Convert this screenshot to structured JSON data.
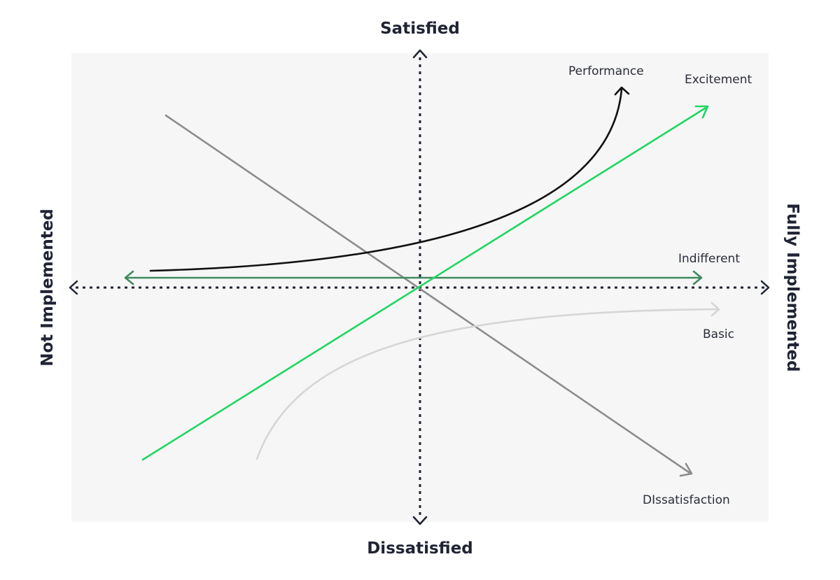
{
  "axes": {
    "top": "Satisfied",
    "bottom": "Dissatisfied",
    "left": "Not Implemented",
    "right": "Fully Implemented"
  },
  "curves": [
    {
      "id": "performance",
      "label": "Performance",
      "color": "#111111"
    },
    {
      "id": "excitement",
      "label": "Excitement",
      "color": "#1ed760"
    },
    {
      "id": "indifferent",
      "label": "Indifferent",
      "color": "#3e8a5e"
    },
    {
      "id": "basic",
      "label": "Basic",
      "color": "#d6d6d6"
    },
    {
      "id": "dissatisfaction",
      "label": "DIssatisfaction",
      "color": "#8c8c8c"
    }
  ],
  "colors": {
    "plot_background": "#f6f6f6",
    "axis": "#1f2333"
  }
}
